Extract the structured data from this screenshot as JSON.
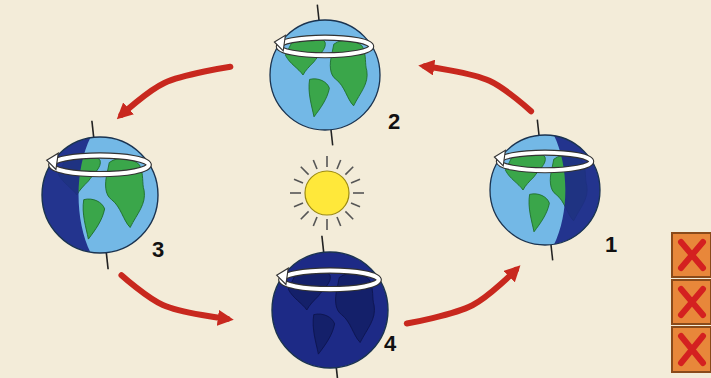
{
  "diagram": {
    "nodes": [
      {
        "text": [
          "1"
        ]
      },
      {
        "text": [
          "2"
        ]
      },
      {
        "text": [
          "3"
        ]
      },
      {
        "text": [
          "4"
        ]
      }
    ],
    "edges": [
      {
        "from": 0,
        "to": 1,
        "arrow": "to"
      },
      {
        "from": 1,
        "to": 2,
        "arrow": "to"
      },
      {
        "from": 2,
        "to": 3,
        "arrow": "to"
      },
      {
        "from": 3,
        "to": 0,
        "arrow": "to"
      }
    ]
  }
}
